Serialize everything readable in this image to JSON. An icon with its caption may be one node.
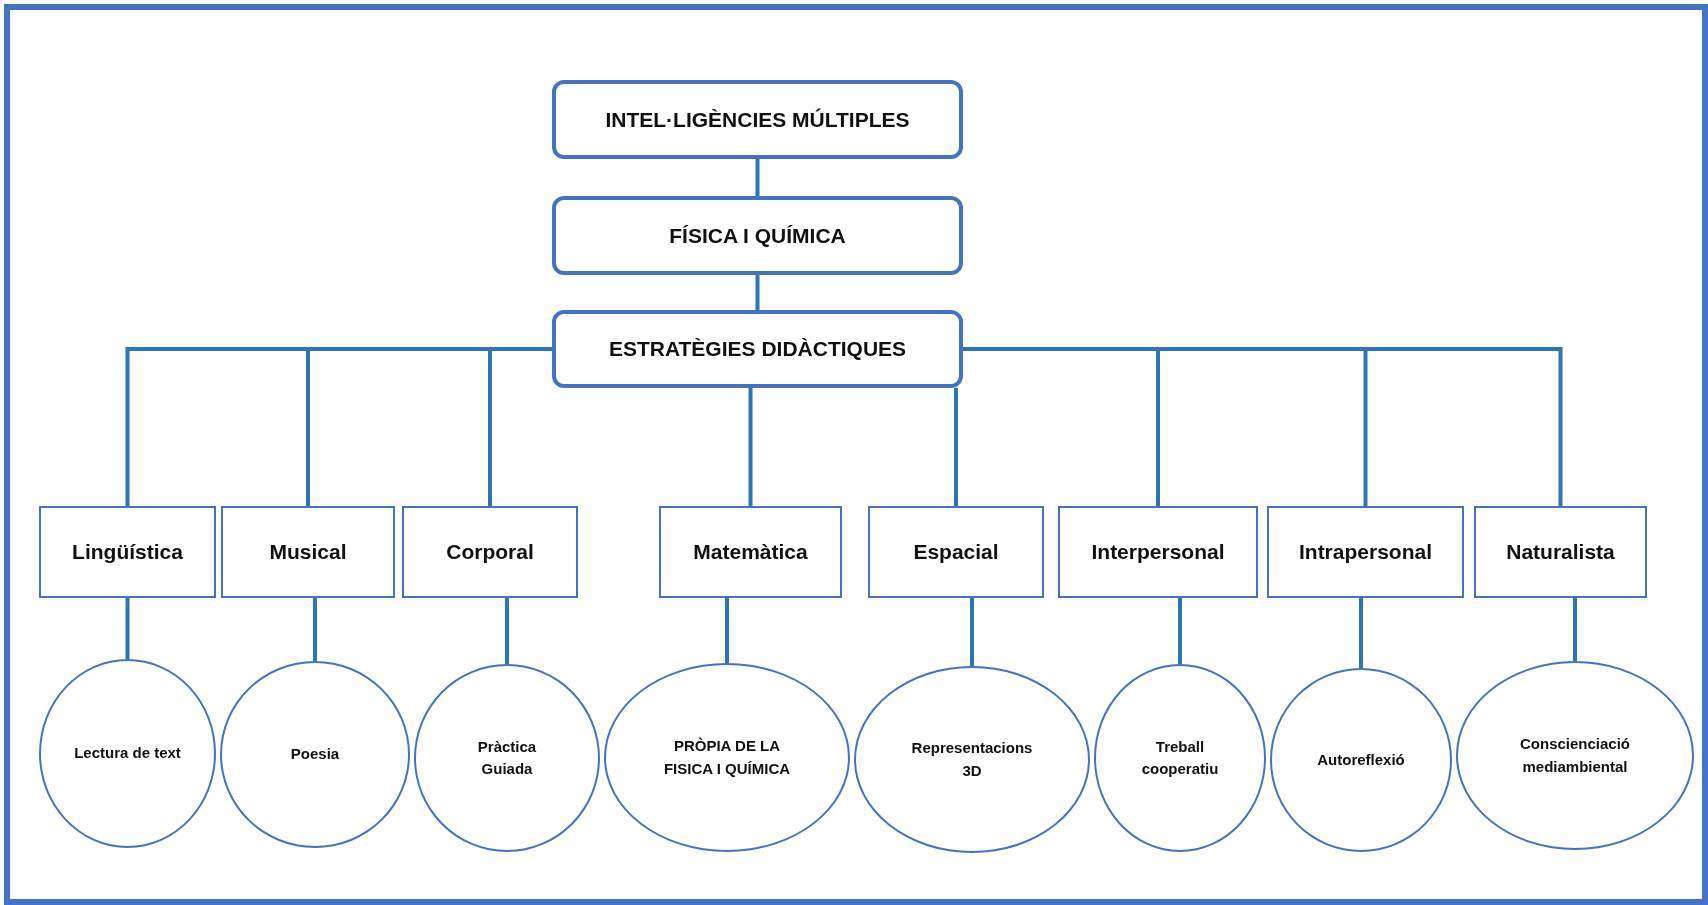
{
  "diagram": {
    "nodes": [
      {
        "text": [
          "INTEL·LIGÈNCIES MÚLTIPLES"
        ]
      },
      {
        "text": [
          "FÍSICA I QUÍMICA"
        ]
      },
      {
        "text": [
          "ESTRATÈGIES DIDÀCTIQUES"
        ]
      },
      {
        "text": [
          "Lingüística"
        ]
      },
      {
        "text": [
          "Musical"
        ]
      },
      {
        "text": [
          "Corporal"
        ]
      },
      {
        "text": [
          "Matemàtica"
        ]
      },
      {
        "text": [
          "Espacial"
        ]
      },
      {
        "text": [
          "Interpersonal"
        ]
      },
      {
        "text": [
          "Intrapersonal"
        ]
      },
      {
        "text": [
          "Naturalista"
        ]
      },
      {
        "text": [
          "Lectura de text"
        ]
      },
      {
        "text": [
          "Poesia"
        ]
      },
      {
        "text": [
          "Pràctica Guiada"
        ]
      },
      {
        "text": [
          "PRÒPIA DE LA FISICA I QUÍMICA"
        ]
      },
      {
        "text": [
          "Representacions 3D"
        ]
      },
      {
        "text": [
          "Treball cooperatiu"
        ]
      },
      {
        "text": [
          "Autoreflexió"
        ]
      },
      {
        "text": [
          "Conscienciació mediambiental"
        ]
      }
    ],
    "edges": [
      {
        "from": 0,
        "to": 1,
        "arrow": "none"
      },
      {
        "from": 1,
        "to": 2,
        "arrow": "none"
      },
      {
        "from": 2,
        "to": 3,
        "arrow": "none"
      },
      {
        "from": 2,
        "to": 4,
        "arrow": "none"
      },
      {
        "from": 2,
        "to": 5,
        "arrow": "none"
      },
      {
        "from": 2,
        "to": 6,
        "arrow": "none"
      },
      {
        "from": 2,
        "to": 7,
        "arrow": "none"
      },
      {
        "from": 2,
        "to": 8,
        "arrow": "none"
      },
      {
        "from": 2,
        "to": 9,
        "arrow": "none"
      },
      {
        "from": 2,
        "to": 10,
        "arrow": "none"
      },
      {
        "from": 3,
        "to": 11,
        "arrow": "none"
      },
      {
        "from": 4,
        "to": 12,
        "arrow": "none"
      },
      {
        "from": 5,
        "to": 13,
        "arrow": "none"
      },
      {
        "from": 6,
        "to": 14,
        "arrow": "none"
      },
      {
        "from": 7,
        "to": 15,
        "arrow": "none"
      },
      {
        "from": 8,
        "to": 16,
        "arrow": "none"
      },
      {
        "from": 9,
        "to": 17,
        "arrow": "none"
      },
      {
        "from": 10,
        "to": 18,
        "arrow": "none"
      }
    ]
  }
}
